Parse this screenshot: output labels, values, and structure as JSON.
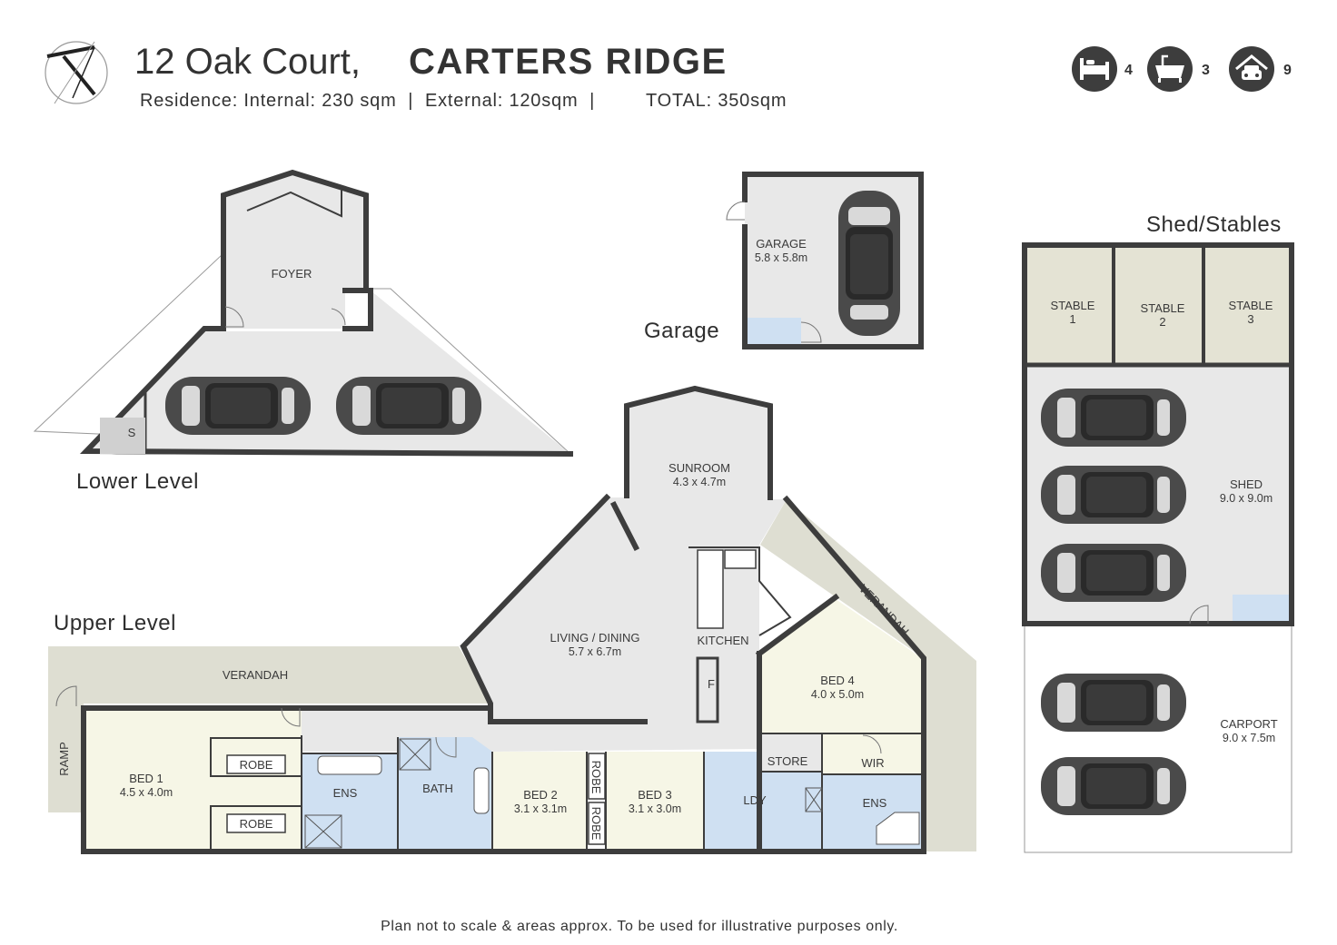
{
  "header": {
    "address_street": "12 Oak Court,",
    "address_suburb": "CARTERS RIDGE",
    "areas_text": "Residence: Internal: 230 sqm  |  External: 120sqm  |",
    "total_text": "TOTAL: 350sqm"
  },
  "features": {
    "bed_count": "4",
    "bath_count": "3",
    "car_count": "9"
  },
  "sections": {
    "lower": "Lower Level",
    "upper": "Upper Level",
    "garage": "Garage",
    "shed": "Shed/Stables"
  },
  "rooms": {
    "foyer": "FOYER",
    "store_s": "S",
    "garage": "GARAGE",
    "garage_dim": "5.8 x 5.8m",
    "stable1_a": "STABLE",
    "stable1_b": "1",
    "stable2_a": "STABLE",
    "stable2_b": "2",
    "stable3_a": "STABLE",
    "stable3_b": "3",
    "shed": "SHED",
    "shed_dim": "9.0 x 9.0m",
    "carport": "CARPORT",
    "carport_dim": "9.0 x 7.5m",
    "sunroom": "SUNROOM",
    "sunroom_dim": "4.3 x 4.7m",
    "living": "LIVING / DINING",
    "living_dim": "5.7 x 6.7m",
    "kitchen": "KITCHEN",
    "fridge": "F",
    "verandah_top": "VERANDAH",
    "verandah_side": "VERANDAH",
    "ramp": "RAMP",
    "bed1": "BED 1",
    "bed1_dim": "4.5 x 4.0m",
    "robe_a": "ROBE",
    "robe_b": "ROBE",
    "ens1": "ENS",
    "bath": "BATH",
    "bed2": "BED 2",
    "bed2_dim": "3.1 x 3.1m",
    "robe_c": "ROBE",
    "robe_d": "ROBE",
    "bed3": "BED 3",
    "bed3_dim": "3.1 x 3.0m",
    "ldy": "LDY",
    "store": "STORE",
    "wir": "WIR",
    "ens2": "ENS",
    "bed4": "BED 4",
    "bed4_dim": "4.0 x 5.0m"
  },
  "footer": {
    "disclaimer": "Plan not to scale & areas approx. To be used for illustrative purposes only."
  },
  "colors": {
    "wall": "#3d3d3d",
    "floor_grey": "#e8e8e8",
    "bed_cream": "#f6f6e6",
    "wet_blue": "#cfe0f2",
    "stable_olive": "#e4e3d4",
    "verandah": "#deded2",
    "car": "#4a4a4a"
  }
}
